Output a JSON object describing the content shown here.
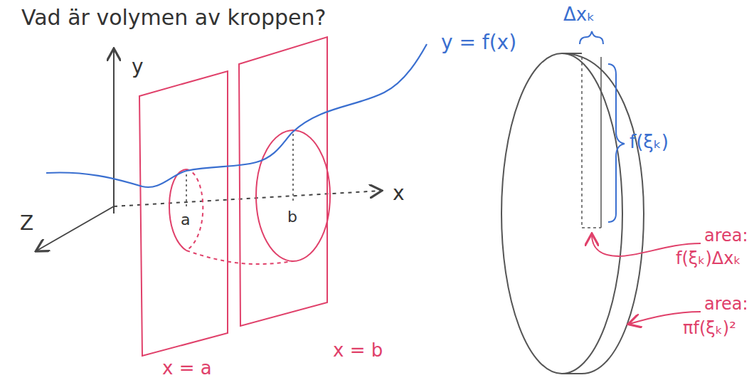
{
  "diagram": {
    "title": "Vad är volymen av kroppen?",
    "labels": [
      "y",
      "y = f(x)",
      "a",
      "b",
      "x",
      "Z",
      "x = a",
      "x = b",
      "Δxₖ",
      "f(ξₖ)",
      "area:",
      "f(ξₖ)Δxₖ",
      "area:",
      "πf(ξₖ)²"
    ]
  }
}
